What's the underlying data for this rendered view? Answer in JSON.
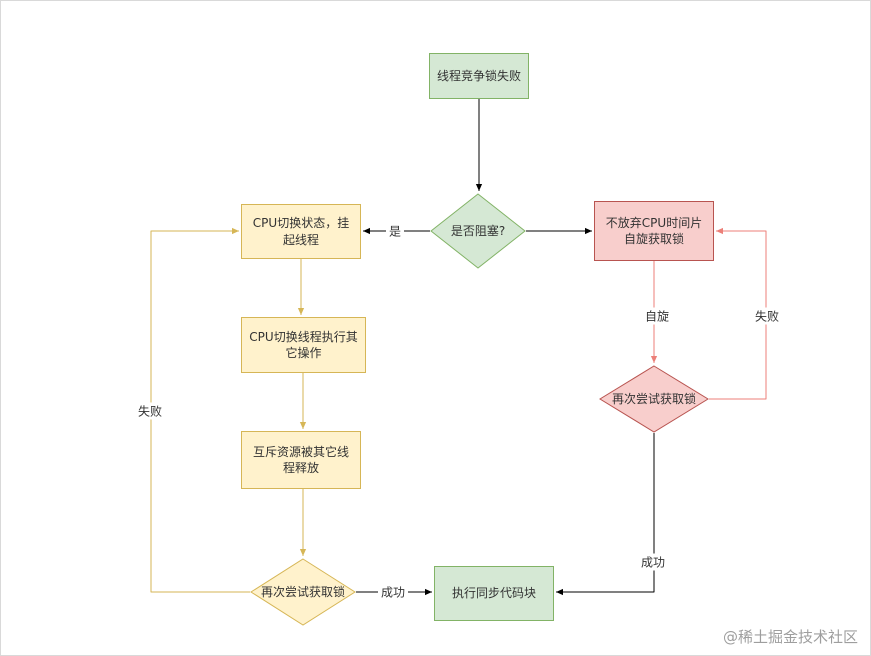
{
  "nodes": {
    "start": {
      "label": "线程竞争锁失败"
    },
    "is_blocking": {
      "label": "是否阻塞?"
    },
    "cpu_suspend": {
      "label": "CPU切换状态，挂起线程"
    },
    "spin_lock": {
      "label": "不放弃CPU时间片自旋获取锁"
    },
    "cpu_other": {
      "label": "CPU切换线程执行其它操作"
    },
    "mutex_release": {
      "label": "互斥资源被其它线程释放"
    },
    "retry_left": {
      "label": "再次尝试获取锁"
    },
    "retry_right": {
      "label": "再次尝试获取锁"
    },
    "exec_sync": {
      "label": "执行同步代码块"
    }
  },
  "edge_labels": {
    "yes": "是",
    "spin": "自旋",
    "fail_left": "失败",
    "fail_right": "失败",
    "success_left": "成功",
    "success_right": "成功"
  },
  "colors": {
    "green_fill": "#d5e8d4",
    "green_border": "#82b366",
    "yellow_fill": "#fff2cc",
    "yellow_border": "#d6b656",
    "pink_fill": "#f8cecc",
    "pink_border": "#b85450",
    "edge_black": "#000000",
    "edge_yellow": "#d6b656",
    "edge_pink": "#ec7f78"
  },
  "watermark": "@稀土掘金技术社区"
}
